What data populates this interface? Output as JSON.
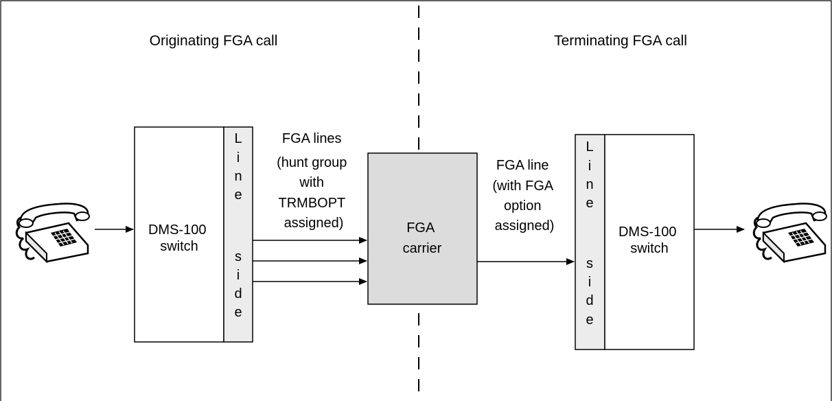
{
  "left_section": {
    "title": "Originating FGA call"
  },
  "right_section": {
    "title": "Terminating FGA call"
  },
  "left_switch": {
    "label_lines": [
      "DMS-100",
      "switch"
    ]
  },
  "right_switch": {
    "label_lines": [
      "DMS-100",
      "switch"
    ]
  },
  "line_side_letters": [
    "L",
    "i",
    "n",
    "e",
    "s",
    "i",
    "d",
    "e"
  ],
  "left_lines_label": [
    "FGA lines",
    "(hunt group",
    "with",
    "TRMBOPT",
    "assigned)"
  ],
  "carrier": {
    "label_lines": [
      "FGA",
      "carrier"
    ],
    "fill": "#dcdcdc"
  },
  "right_line_label": [
    "FGA line",
    "(with FGA",
    "option",
    "assigned)"
  ],
  "colors": {
    "line_side_fill": "#ececec",
    "carrier_fill": "#dcdcdc",
    "stroke": "#000000"
  },
  "icons": [
    "telephone-icon",
    "telephone-icon"
  ]
}
